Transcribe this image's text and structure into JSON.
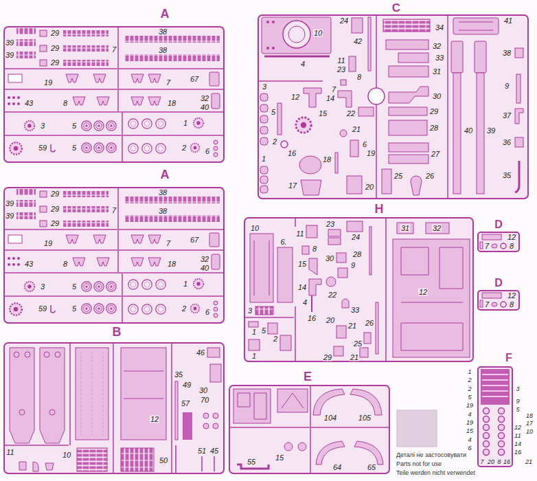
{
  "diagram": {
    "nodes": [
      {
        "text": [
          "A",
          "39",
          "39",
          "29",
          "29",
          "29",
          "7",
          "38",
          "38",
          "19",
          "7",
          "67",
          "43",
          "8",
          "18",
          "32",
          "40",
          "3",
          "5",
          "1",
          "59",
          "5",
          "2",
          "6"
        ]
      },
      {
        "text": [
          "A",
          "39",
          "39",
          "29",
          "29",
          "29",
          "7",
          "38",
          "38",
          "19",
          "7",
          "67",
          "43",
          "8",
          "18",
          "32",
          "40",
          "3",
          "5",
          "1",
          "59",
          "5",
          "2",
          "6"
        ]
      },
      {
        "text": [
          "B",
          "46",
          "35",
          "49",
          "30",
          "70",
          "57",
          "12",
          "11",
          "10",
          "50",
          "51",
          "45"
        ]
      },
      {
        "text": [
          "C",
          "24",
          "41",
          "34",
          "10",
          "42",
          "32",
          "38",
          "33",
          "11",
          "4",
          "23",
          "31",
          "8",
          "3",
          "9",
          "7",
          "30",
          "12",
          "14",
          "29",
          "5",
          "15",
          "22",
          "37",
          "28",
          "21",
          "40",
          "39",
          "2",
          "36",
          "6",
          "19",
          "16",
          "27",
          "1",
          "18",
          "25",
          "26",
          "35",
          "17",
          "20"
        ]
      },
      {
        "text": [
          "H",
          "23",
          "10",
          "31",
          "32",
          "11",
          "24",
          "6.",
          "8",
          "28",
          "30",
          "15",
          "9",
          "14",
          "12",
          "22",
          "4",
          "33",
          "3",
          "16",
          "20",
          "21",
          "26",
          "5",
          "1",
          "2",
          "25",
          "1",
          "29",
          "21"
        ]
      },
      {
        "text": [
          "D",
          "12",
          "7",
          "8"
        ]
      },
      {
        "text": [
          "D",
          "12",
          "7",
          "8"
        ]
      },
      {
        "text": [
          "E",
          "104",
          "105",
          "55",
          "15",
          "64",
          "65"
        ]
      },
      {
        "text": [
          "F",
          "1",
          "2",
          "2",
          "5",
          "19",
          "4",
          "19",
          "15",
          "4",
          "6",
          "3",
          "9",
          "5",
          "18",
          "17",
          "12",
          "10",
          "11",
          "14",
          "16",
          "7",
          "20",
          "8",
          "16",
          "21"
        ]
      }
    ],
    "labels": [
      "Деталі не застосовувати",
      "Parts not for use",
      "Teile werden nicht verwendet"
    ]
  }
}
